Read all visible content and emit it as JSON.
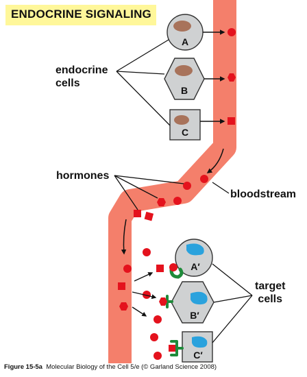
{
  "title": "ENDOCRINE SIGNALING",
  "labels": {
    "endocrine_line1": "endocrine",
    "endocrine_line2": "cells",
    "hormones": "hormones",
    "bloodstream": "bloodstream",
    "target_line1": "target",
    "target_line2": "cells"
  },
  "cells": {
    "a": "A",
    "b": "B",
    "c": "C",
    "a_prime": "A′",
    "b_prime": "B′",
    "c_prime": "C′"
  },
  "caption": {
    "figure": "Figure 15-5a",
    "text": "Molecular Biology of the Cell 5/e (© Garland Science 2008)"
  },
  "colors": {
    "title_bg": "#fff79a",
    "vessel": "#f47f6b",
    "hormone": "#e4121d",
    "cell_fill": "#cfd1d2",
    "nucleus": "#a8735b",
    "target_nucleus": "#2aa2dd",
    "receptor": "#1e8b3a"
  }
}
